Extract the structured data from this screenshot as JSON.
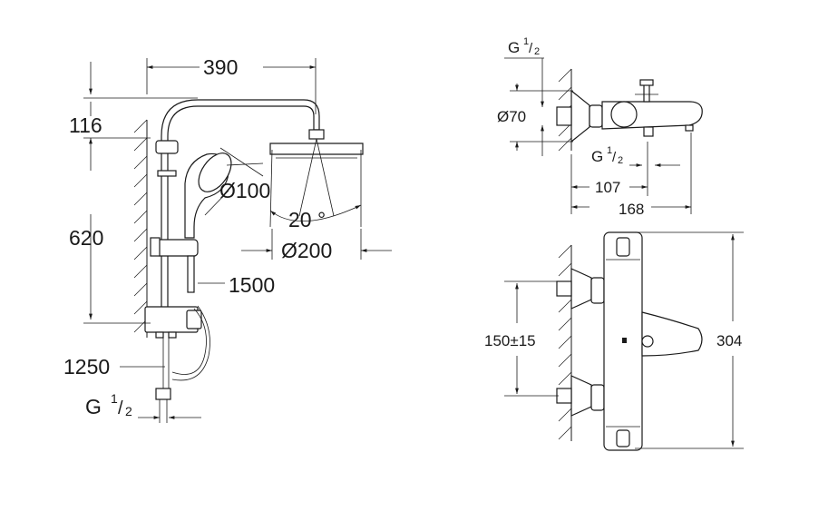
{
  "colors": {
    "ink": "#1a1a1a",
    "paper": "#ffffff"
  },
  "shower_system": {
    "width_390": "390",
    "height_116": "116",
    "height_620": "620",
    "hand_shower_dia": "Ø100",
    "angle": "20 °",
    "head_shower_dia": "Ø200",
    "hose_1500": "1500",
    "hose_1250": "1250",
    "thread_g": "G",
    "thread_num": "1",
    "thread_den": "2"
  },
  "bath_mixer_side": {
    "thread_g": "G",
    "thread_num": "1",
    "thread_den": "2",
    "rosette_dia": "Ø70",
    "spout_thread_g": "G",
    "spout_thread_num": "1",
    "spout_thread_den": "2",
    "depth_107": "107",
    "depth_168": "168"
  },
  "bath_mixer_front": {
    "centres": "150±15",
    "height_304": "304"
  }
}
